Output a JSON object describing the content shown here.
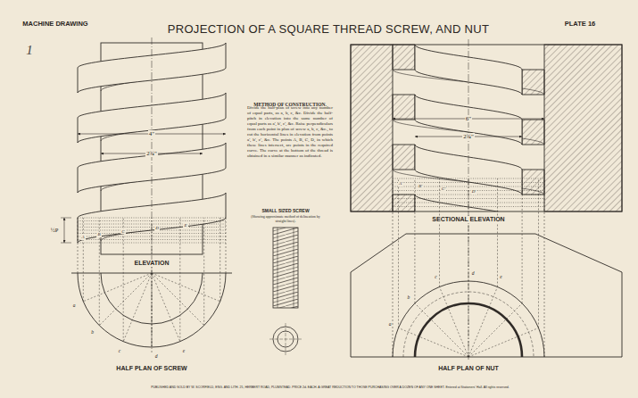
{
  "diagram": {
    "title": "PROJECTION OF A SQUARE THREAD SCREW, AND NUT",
    "labels": [
      "1",
      "MACHINE DRAWING",
      "PLATE 16",
      "4\"",
      "2¾\"",
      "½P",
      "A",
      "B",
      "C",
      "D",
      "E",
      "ELEVATION",
      "a",
      "b",
      "c",
      "d",
      "e",
      "HALF PLAN OF SCREW",
      "METHOD OF CONSTRUCTION.",
      "Divide the half-plan of screw into any number of equal parts, as a, b, c, &c. Divide the half-pitch in elevation into the same number of equal parts as a', b', c', &c. Raise perpendiculars from each point in plan of screw a, b, c, &c., to cut the horizontal lines in elevation from points a', b', c', &c. The points A, B, C, D, in which these lines intersect, are points in the required curve. The curve at the bottom of the thread is obtained in a similar manner as indicated.",
      "SMALL SIZED SCREW",
      "(Showing approximate method of delineation by straight lines).",
      "6\"",
      "2¾\"",
      "A'",
      "B'",
      "C'",
      "D'",
      "SECTIONAL ELEVATION",
      "a",
      "b",
      "c",
      "d",
      "e",
      "HALF PLAN OF NUT",
      "PUBLISHED AND SOLD BY W. SCORFIELD, ENG. AND LITH. 25, HERBERT ROAD, PLUMSTEAD. PRICE 2d. EACH. A GREAT REDUCTION TO THOSE PURCHASING OVER A DOZEN OF ANY ONE SHEET. Entered at Stationers' Hall. All rights reserved."
    ]
  }
}
